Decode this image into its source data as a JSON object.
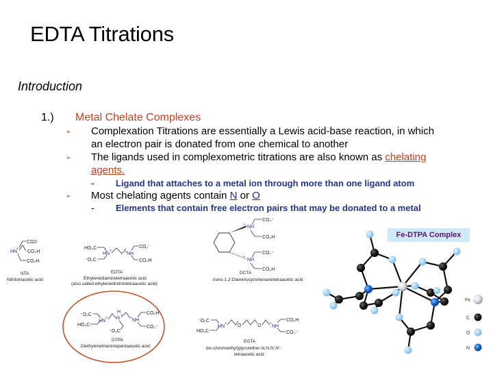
{
  "slide": {
    "title": "EDTA Titrations",
    "section": "Introduction",
    "item_number": "1.)",
    "item_heading": "Metal Chelate Complexes",
    "bullets": [
      {
        "text_line1": "Complexation Titrations are essentially a Lewis acid-base reaction, in which",
        "text_line2": "an electron pair is donated from one chemical to another"
      },
      {
        "text_before": "The ligands used in complexometric titrations are also known as ",
        "link_line1": "chelating",
        "link_line2": "agents.",
        "sub_dash": "-",
        "sub_text": "Ligand that attaches to a metal ion through more than one ligand atom"
      },
      {
        "text_before": "Most chelating agents contain ",
        "link_n": "N",
        "text_or": " or ",
        "link_o": "O",
        "sub_dash": "-",
        "sub_text": "Elements that contain free electron pairs that may be donated to a metal"
      }
    ],
    "bullet_glyph": "➢",
    "colors": {
      "heading": "#c0401e",
      "subtext": "#25358e",
      "badge_bg": "#cfe8fb",
      "badge_text": "#5a1670",
      "highlight_ellipse": "#c0502a"
    }
  },
  "structures": {
    "nta": {
      "name": "NTA",
      "full": "Nitrilotriacetic acid",
      "groups": [
        "CO2-",
        "CO2H",
        "CO2H"
      ],
      "amine": "HN+"
    },
    "edta": {
      "name": "EDTA",
      "full": "Ethylenediaminetetraacetic acid",
      "alt": "(also called ethylenedinitrilotetraacetic acid)",
      "groups": [
        "HO2C",
        "-O2C",
        "CO2-",
        "CO2H"
      ],
      "amines": [
        "HN+",
        "+NH"
      ]
    },
    "dcta": {
      "name": "DCTA",
      "full_prefix": "trans",
      "full": "-1,2-Diaminocyclohexanetetraacetic acid",
      "groups": [
        "CO2-",
        "CO2H",
        "CO2-",
        "CO2H"
      ],
      "amines": [
        "+NH",
        "+NH"
      ]
    },
    "dtpa": {
      "name": "DTPA",
      "full": "Diethylenetriaminepentaacetic acid",
      "groups": [
        "-O2C",
        "HO2C",
        "-O2C",
        "CO2H",
        "CO2-"
      ],
      "amines": [
        "HN+",
        "H N+",
        "+NH"
      ]
    },
    "egta": {
      "name": "EGTA",
      "full_prefix": "bis",
      "full_mid": "-(Aminoethyl)glycolether-",
      "full_suffix": "N,N,N',N'",
      "full_end": "-",
      "full_line2": "tetraacetic acid",
      "groups": [
        "-O2C",
        "HO2C",
        "CO2H",
        "CO2-"
      ],
      "amines": [
        "HN+",
        "+NH"
      ],
      "ethers": [
        "O",
        "O"
      ]
    }
  },
  "figure": {
    "label": "Fe-DTPA Complex",
    "legend": [
      {
        "element": "Fe",
        "color": "#d8dadd"
      },
      {
        "element": "C",
        "color": "#222222"
      },
      {
        "element": "O",
        "color": "#a8d4f4"
      },
      {
        "element": "N",
        "color": "#1e6fd8"
      }
    ]
  }
}
